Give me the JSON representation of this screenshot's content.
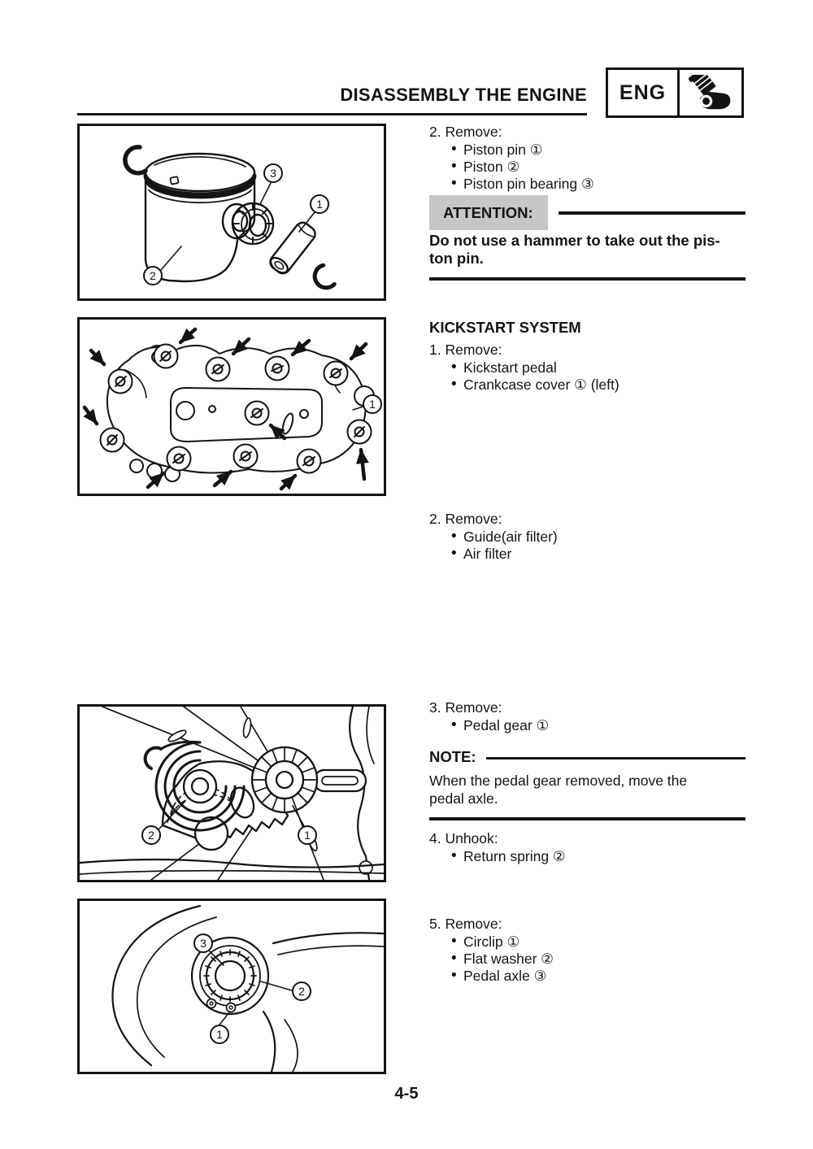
{
  "colors": {
    "ink": "#141414",
    "paper": "#ffffff",
    "attention_bg": "#c6c6c6"
  },
  "header": {
    "title": "DISASSEMBLY THE ENGINE",
    "badge_label": "ENG",
    "badge_icon": "engine-icon"
  },
  "content": {
    "s2_top": {
      "head": "2. Remove:",
      "items": [
        "Piston pin ①",
        "Piston ②",
        "Piston pin bearing ③"
      ]
    },
    "attention": {
      "label": "ATTENTION:",
      "line1": "Do not use a hammer to take out the pis-",
      "line2": "ton pin."
    },
    "kickstart_heading": "KICKSTART SYSTEM",
    "s1": {
      "head": "1. Remove:",
      "items": [
        "Kickstart pedal",
        "Crankcase cover ① (left)"
      ]
    },
    "s2": {
      "head": "2. Remove:",
      "items": [
        "Guide(air filter)",
        "Air filter"
      ]
    },
    "s3": {
      "head": "3. Remove:",
      "items": [
        "Pedal gear ①"
      ]
    },
    "note": {
      "label": "NOTE:",
      "line1": "When the pedal gear removed, move the",
      "line2": "pedal axle."
    },
    "s4": {
      "head": "4. Unhook:",
      "items": [
        "Return spring ②"
      ]
    },
    "s5": {
      "head": "5. Remove:",
      "items": [
        "Circlip ①",
        "Flat washer ②",
        "Pedal axle ③"
      ]
    }
  },
  "figures": {
    "piston": {
      "caption": "piston-exploded-view",
      "l1": "1",
      "l2": "2",
      "l3": "3"
    },
    "crankcase": {
      "caption": "crankcase-cover-screws",
      "l1": "1"
    },
    "pedal_gear": {
      "caption": "kickstart-pedal-gear",
      "l1": "1",
      "l2": "2"
    },
    "pedal_axle": {
      "caption": "pedal-axle-circlip",
      "l1": "1",
      "l2": "2",
      "l3": "3"
    }
  },
  "footer": {
    "page_number": "4-5"
  }
}
